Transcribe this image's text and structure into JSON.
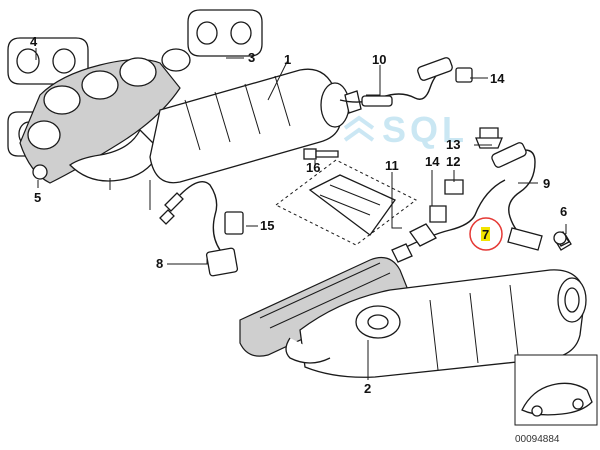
{
  "watermark": {
    "text": "SQL",
    "color": "#b9dff0"
  },
  "callouts": {
    "c1": "1",
    "c2": "2",
    "c3": "3",
    "c4": "4",
    "c5": "5",
    "c6": "6",
    "c7": "7",
    "c8": "8",
    "c9": "9",
    "c10": "10",
    "c11": "11",
    "c12": "12",
    "c13": "13",
    "c14a": "14",
    "c14b": "14",
    "c15": "15",
    "c16": "16"
  },
  "highlight": {
    "part": "7",
    "ring_color": "#e53935",
    "box_color": "#f2e400"
  },
  "diagram_number": "00094884"
}
